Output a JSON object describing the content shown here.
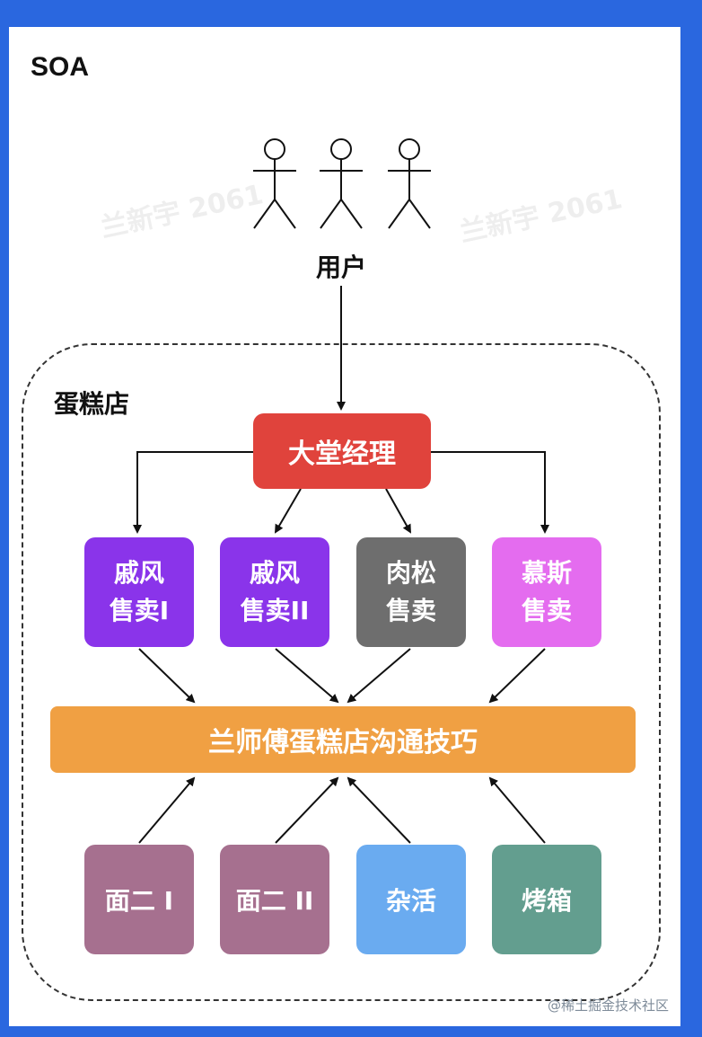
{
  "diagram": {
    "title": "SOA",
    "users_label": "用户",
    "container_label": "蛋糕店",
    "manager": "大堂经理",
    "services": [
      {
        "label": "戚风\n售卖I",
        "color": "#8a34ea"
      },
      {
        "label": "戚风\n售卖II",
        "color": "#8a34ea"
      },
      {
        "label": "肉松\n售卖",
        "color": "#6e6e6e"
      },
      {
        "label": "慕斯\n售卖",
        "color": "#e46cef"
      }
    ],
    "bus": "兰师傅蛋糕店沟通技巧",
    "resources": [
      {
        "label": "面二 I",
        "color": "#a6708f"
      },
      {
        "label": "面二 II",
        "color": "#a6708f"
      },
      {
        "label": "杂活",
        "color": "#6aabf0"
      },
      {
        "label": "烤箱",
        "color": "#639e8f"
      }
    ],
    "watermark": "兰新宇 2061",
    "credit": "@稀土掘金技术社区",
    "colors": {
      "frame": "#2a67df",
      "manager": "#e0433c",
      "bus": "#f0a043"
    }
  }
}
